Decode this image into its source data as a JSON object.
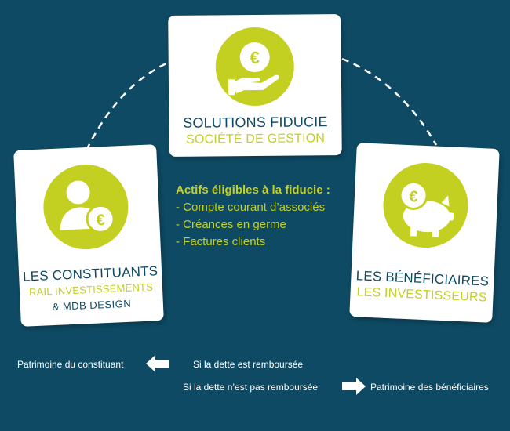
{
  "center_card": {
    "title": "SOLUTIONS FIDUCIE",
    "subtitle": "SOCIÉTÉ DE GESTION",
    "icon": "euro-hand-icon"
  },
  "left_card": {
    "title": "LES CONSTITUANTS",
    "subtitle_line1": "RAIL INVESTISSEMENTS",
    "subtitle_line2": "& MDB DESIGN",
    "icon": "person-euro-icon"
  },
  "right_card": {
    "title": "LES BÉNÉFICIAIRES",
    "subtitle": "LES INVESTISSEURS",
    "icon": "piggy-bank-euro-icon"
  },
  "assets": {
    "heading": "Actifs éligibles à la fiducie :",
    "items": [
      "- Compte courant d’associés",
      "- Créances en germe",
      "- Factures clients"
    ]
  },
  "flows": {
    "repaid_source": "Patrimoine du constituant",
    "repaid_condition": "Si la dette est remboursée",
    "unpaid_condition": "Si la dette n’est pas remboursée",
    "unpaid_target": "Patrimoine des bénéficiaires"
  },
  "colors": {
    "background": "#0e4a63",
    "accent": "#c3cf21",
    "card": "#ffffff"
  }
}
